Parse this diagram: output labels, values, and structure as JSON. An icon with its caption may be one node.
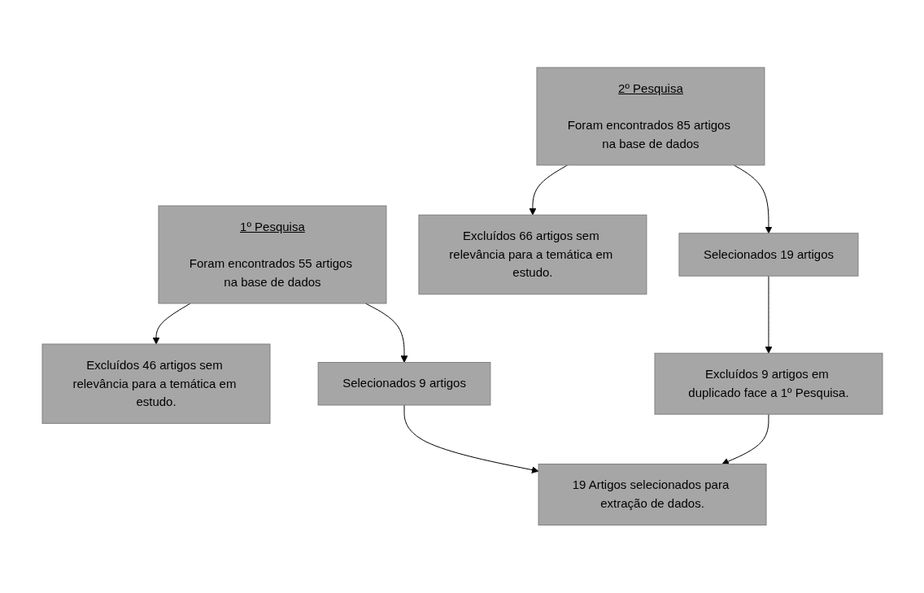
{
  "diagram": {
    "nodes": [
      {
        "text": [
          "1º Pesquisa",
          "Foram encontrados 55 artigos na base de dados"
        ]
      },
      {
        "text": [
          "2º Pesquisa",
          "Foram encontrados 85 artigos na base de dados"
        ]
      },
      {
        "text": [
          "Excluídos 46 artigos sem relevância para a temática em estudo."
        ]
      },
      {
        "text": [
          "Excluídos 66 artigos sem relevância para a temática em estudo."
        ]
      },
      {
        "text": [
          "Selecionados 9 artigos"
        ]
      },
      {
        "text": [
          "Selecionados 19 artigos"
        ]
      },
      {
        "text": [
          "Excluídos 9 artigos em duplicado face a 1º Pesquisa."
        ]
      },
      {
        "text": [
          "19 Artigos selecionados para extração de dados."
        ]
      }
    ],
    "edges": [
      {
        "from": 0,
        "to": 2,
        "arrow": "to"
      },
      {
        "from": 0,
        "to": 4,
        "arrow": "to"
      },
      {
        "from": 1,
        "to": 3,
        "arrow": "to"
      },
      {
        "from": 1,
        "to": 5,
        "arrow": "to"
      },
      {
        "from": 5,
        "to": 6,
        "arrow": "to"
      },
      {
        "from": 4,
        "to": 7,
        "arrow": "to"
      },
      {
        "from": 6,
        "to": 7,
        "arrow": "to"
      }
    ]
  }
}
